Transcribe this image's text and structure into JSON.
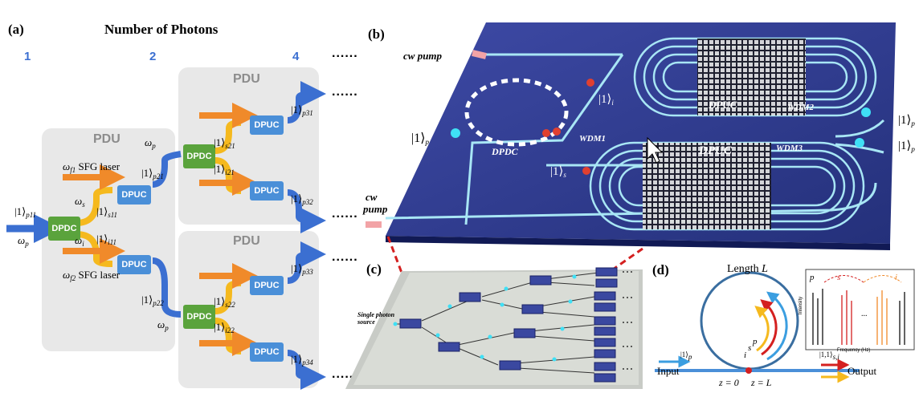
{
  "panels": {
    "a": "(a)",
    "b": "(b)",
    "c": "(c)",
    "d": "(d)"
  },
  "title": "Number of Photons",
  "stages": [
    "1",
    "2",
    "4"
  ],
  "dots": "......",
  "pdu": "PDU",
  "blocks": {
    "dpdc": "DPDC",
    "dpuc": "DPUC"
  },
  "labels_a": {
    "input_state": "|1⟩",
    "input_sub": "p11",
    "omega_p": "ω",
    "p": "p",
    "wf1": "ω",
    "f1": "f1",
    "sfg1": "SFG laser",
    "ws": "ω",
    "s": "s",
    "wi": "ω",
    "i": "i",
    "wf2": "ω",
    "f2": "f2",
    "sfg2": "SFG laser",
    "s11": "s11",
    "i11": "i11",
    "p21": "p21",
    "p22": "p22",
    "s21": "s21",
    "i21": "i21",
    "s22": "s22",
    "i22": "i22",
    "p31": "p31",
    "p32": "p32",
    "p33": "p33",
    "p34": "p34",
    "ket": "|1⟩"
  },
  "chip_b": {
    "cw_pump_top": "cw pump",
    "cw": "cw",
    "pump": "pump",
    "dpuc": "DPUC",
    "dpdc": "DPDC",
    "wdm1": "WDM1",
    "wdm2": "WDM2",
    "wdm3": "WDM3",
    "ket": "|1⟩",
    "i": "i",
    "s": "s",
    "p": "p"
  },
  "panel_c": {
    "source": "Single photon source"
  },
  "panel_d": {
    "length": "Length",
    "L": "L",
    "input": "Input",
    "output": "Output",
    "z0": "z = 0",
    "zL": "z = L",
    "p": "p",
    "s": "s",
    "i": "i",
    "in_state": "|1⟩",
    "in_sub": "p",
    "out_state": "|1,1⟩",
    "out_sub": "s,i",
    "xaxis": "Frequency (Hz)",
    "yaxis": "Intensity",
    "dots": "..."
  },
  "colors": {
    "blue": "#3b6fd1",
    "green": "#5aa33c",
    "orange": "#f08a2a",
    "yellow": "#f5b91e",
    "chip": "#2f3a8c",
    "red": "#d42020"
  }
}
